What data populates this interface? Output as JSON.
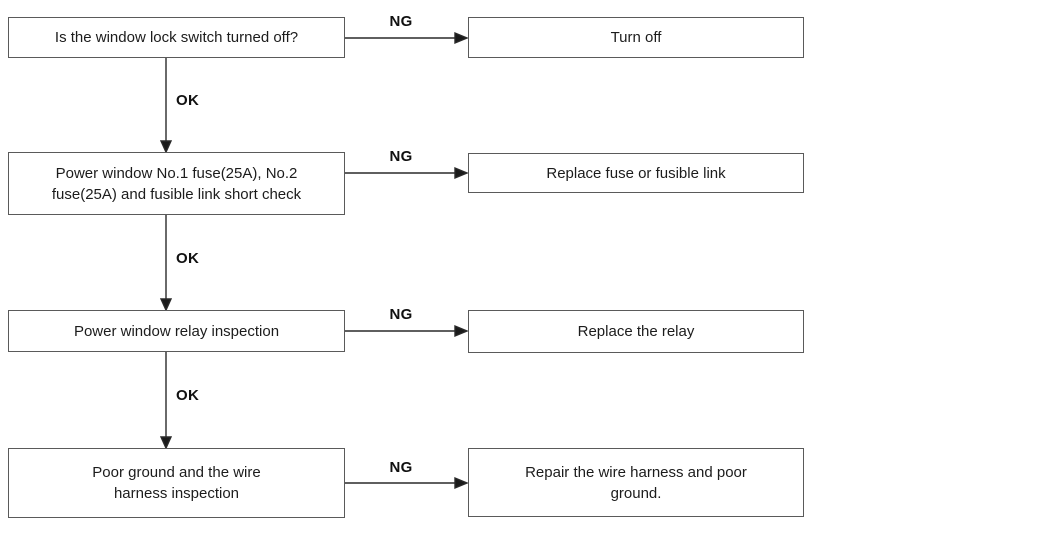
{
  "flowchart": {
    "ok_label": "OK",
    "ng_label": "NG",
    "steps": [
      {
        "check": "Is the window lock switch turned off?",
        "ng_action": "Turn off"
      },
      {
        "check": "Power window No.1 fuse(25A), No.2 fuse(25A) and fusible link short check",
        "ng_action": "Replace fuse or fusible link"
      },
      {
        "check": "Power window relay inspection",
        "ng_action": "Replace the relay"
      },
      {
        "check": "Poor ground and the wire harness inspection",
        "ng_action": "Repair the wire harness and poor ground."
      }
    ],
    "colors": {
      "background": "#ffffff",
      "box_border": "#5a5a5a",
      "connector_line": "#2a2a2a",
      "text": "#1c1c1c"
    }
  }
}
